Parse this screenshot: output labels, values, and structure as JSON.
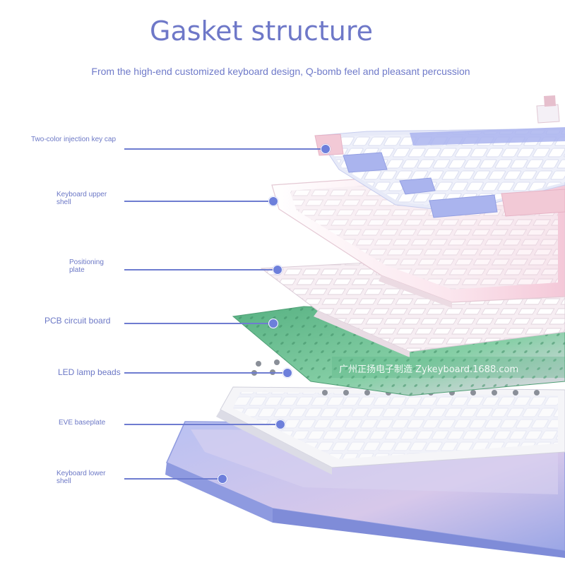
{
  "title": "Gasket structure",
  "subtitle": "From the high-end customized keyboard design, Q-bomb feel and pleasant percussion",
  "watermark": "广州正扬电子制造 Zykeyboard.1688.com",
  "colors": {
    "accent": "#6e78c8",
    "line": "#6e7cd0",
    "pink_keys": "#f2c9d6",
    "lavender_keys": "#aab4ee",
    "pcb_green": "#5fb789",
    "lower_shell": "#a9b3ec"
  },
  "layers": [
    {
      "label": "Two-color injection key cap"
    },
    {
      "label": "Keyboard upper shell"
    },
    {
      "label": "Positioning plate"
    },
    {
      "label": "PCB circuit board"
    },
    {
      "label": "LED lamp beads"
    },
    {
      "label": "EVE baseplate"
    },
    {
      "label": "Keyboard lower shell"
    }
  ]
}
